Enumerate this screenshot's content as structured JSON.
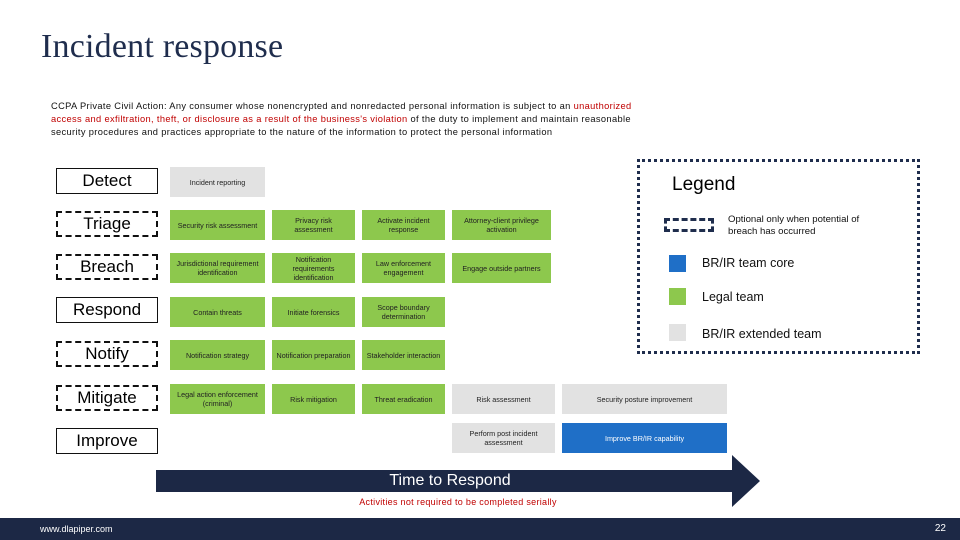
{
  "title": "Incident response",
  "intro": {
    "part1": "CCPA Private Civil Action: Any consumer whose nonencrypted and nonredacted personal information is subject to an",
    "part2_red": "unauthorized access and exfiltration, theft, or disclosure as a result of the business's violation",
    "part3": " of the duty to implement and maintain reasonable security procedures and practices appropriate to the nature of the information to protect the personal information"
  },
  "stages": {
    "detect": "Detect",
    "triage": "Triage",
    "breach": "Breach",
    "respond": "Respond",
    "notify": "Notify",
    "mitigate": "Mitigate",
    "improve": "Improve"
  },
  "boxes": {
    "incident_reporting": "Incident reporting",
    "security_risk": "Security risk assessment",
    "privacy_risk": "Privacy risk assessment",
    "activate_response": "Activate incident response",
    "attorney_client": "Attorney-client privilege activation",
    "jurisdictional": "Jurisdictional requirement identification",
    "notification_req": "Notification requirements identification",
    "law_enforcement": "Law enforcement engagement",
    "engage_partners": "Engage outside partners",
    "contain_threats": "Contain threats",
    "initiate_forensics": "Initiate forensics",
    "scope_boundary": "Scope boundary determination",
    "notification_strategy": "Notification strategy",
    "notification_prep": "Notification preparation",
    "stakeholder": "Stakeholder interaction",
    "legal_action": "Legal action enforcement (criminal)",
    "risk_mitigation": "Risk mitigation",
    "threat_eradication": "Threat eradication",
    "risk_assessment": "Risk assessment",
    "security_posture": "Security posture improvement",
    "post_incident": "Perform post incident assessment",
    "improve_brir": "Improve BR/IR capability"
  },
  "legend": {
    "title": "Legend",
    "dashed_text": "Optional only when potential of breach has occurred",
    "core": "BR/IR team core",
    "legal": "Legal team",
    "extended": "BR/IR extended team"
  },
  "colors": {
    "core": "#1f6fc7",
    "legal": "#8dc84d",
    "extended": "#e2e2e2",
    "navy": "#1c2845",
    "note_red": "#c00000"
  },
  "timeline": {
    "label": "Time to Respond",
    "note": "Activities not required to be completed serially"
  },
  "footer": {
    "url": "www.dlapiper.com",
    "page": "22"
  }
}
